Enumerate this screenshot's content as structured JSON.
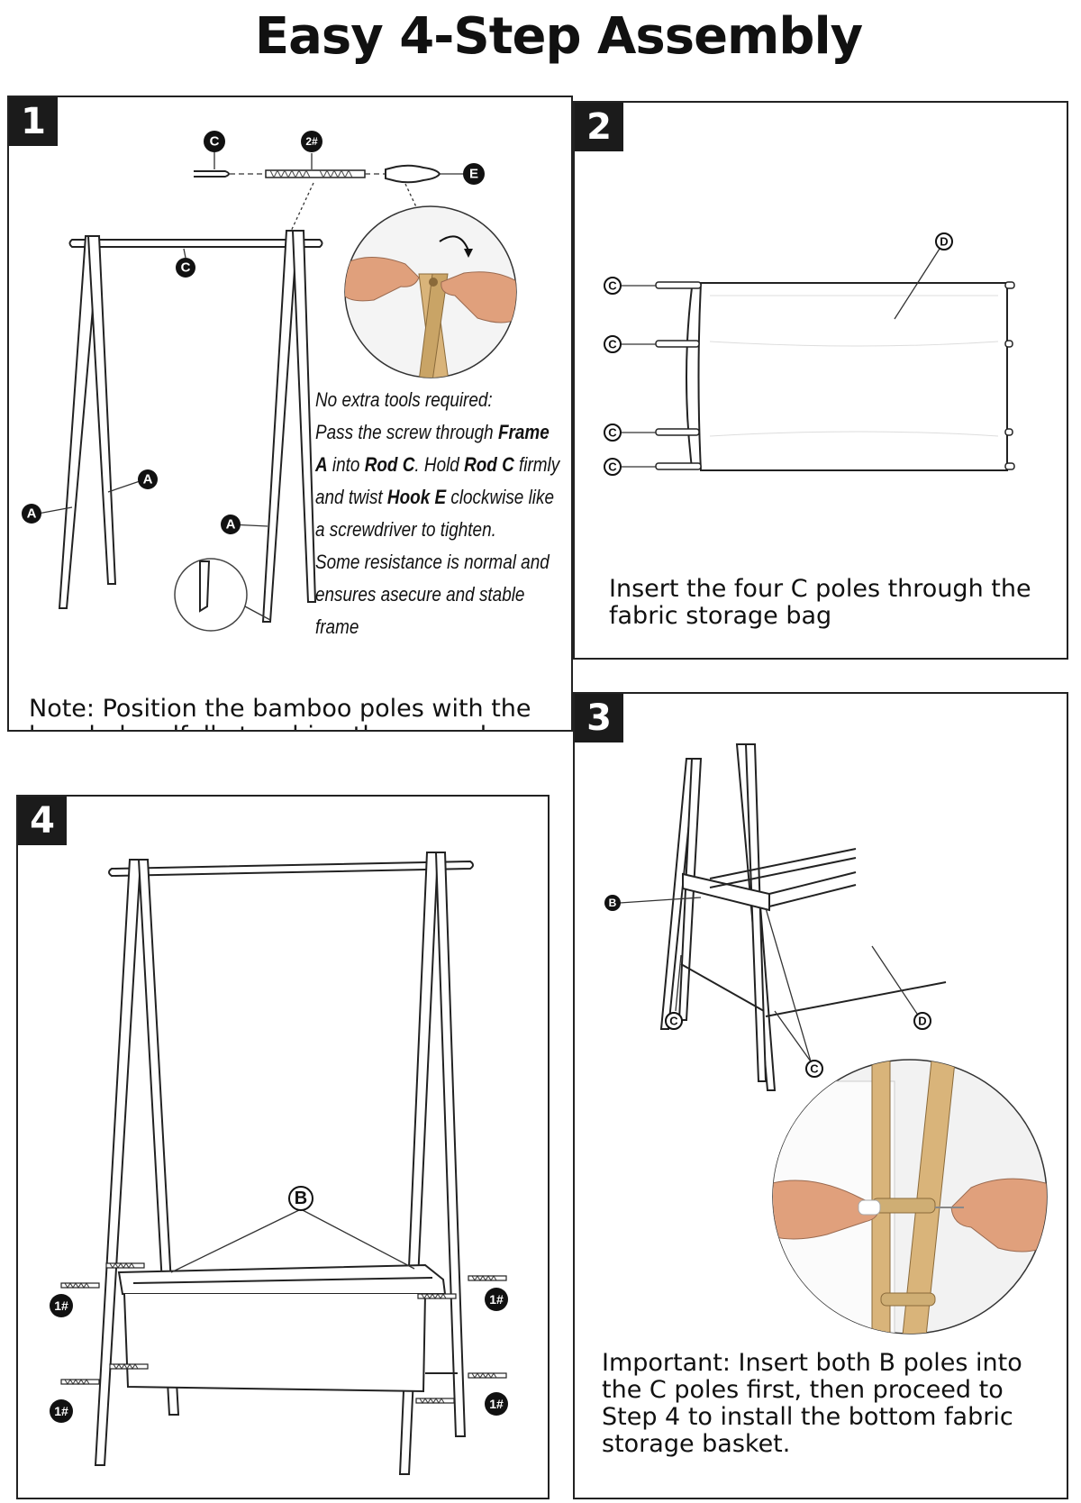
{
  "title": "Easy 4-Step Assembly",
  "steps": {
    "s1": {
      "number": "1",
      "instruction": {
        "l1": "No extra tools required:",
        "l2a": "Pass the screw through ",
        "l2b": "Frame",
        "l3a": " A",
        "l3b": " into ",
        "l3c": "Rod C",
        "l3d": ". Hold ",
        "l3e": "Rod C",
        "l3f": " firmly",
        "l4a": "and twist ",
        "l4b": "Hook E",
        "l4c": " clockwise like",
        "l5": "a screwdriver to tighten.",
        "l6": "Some resistance is normal and",
        "l7": "ensures asecure and stable frame"
      },
      "note": "Note: Position the bamboo poles with the\nbeveled endfully touching the ground",
      "labels": {
        "a": "A",
        "c": "C",
        "e": "E",
        "screw": "2#"
      }
    },
    "s2": {
      "number": "2",
      "caption": "Insert the four C poles through the\nfabric storage bag",
      "labels": {
        "c": "C",
        "d": "D"
      }
    },
    "s3": {
      "number": "3",
      "caption": "Important: Insert both B poles into\nthe C poles first, then proceed to\nStep 4 to install the bottom fabric\nstorage basket.",
      "labels": {
        "b": "B",
        "c": "C",
        "d": "D"
      }
    },
    "s4": {
      "number": "4",
      "labels": {
        "b": "B",
        "screw": "1#"
      }
    }
  },
  "colors": {
    "bamboo": "#d9b47a",
    "skin": "#e0a07c",
    "ink": "#222222"
  }
}
